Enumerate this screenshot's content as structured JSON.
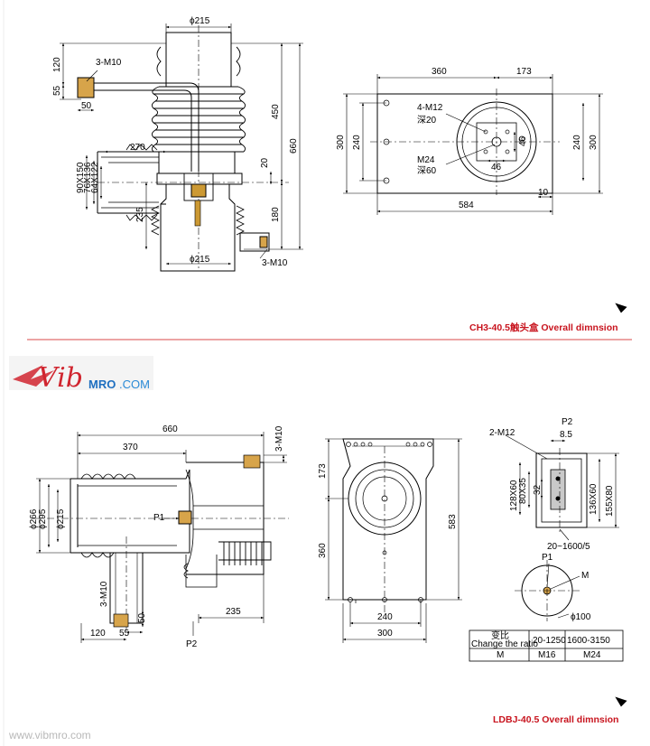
{
  "top_caption": "CH3-40.5触头盒 Overall dimnsion",
  "bottom_caption": "LDBJ-40.5 Overall dimnsion",
  "logo": {
    "script": "Vib",
    "brand": "MRO",
    "tld": ".COM"
  },
  "watermark": "www.vibmro.com",
  "top_side_labels": {
    "phi215_top": "ϕ215",
    "phi215_bottom": "ϕ215",
    "m10_top": "3-M10",
    "m10_bottom": "3-M10",
    "d120": "120",
    "d55": "55",
    "d50": "50",
    "d270": "270",
    "d90x150": "90X150",
    "d76x136": "76X136",
    "d64x122": "64X122",
    "d235": "235",
    "d20": "20",
    "d450": "450",
    "d180": "180",
    "d660": "660"
  },
  "top_plan_labels": {
    "d360": "360",
    "d173": "173",
    "d4m12": "4-M12",
    "deep20": "深20",
    "m24": "M24",
    "deep60": "深60",
    "d46a": "46",
    "d46b": "46",
    "d300_left": "300",
    "d240_left": "240",
    "d240_right": "240",
    "d300_right": "300",
    "d10": "10",
    "d584": "584"
  },
  "bottom_side_labels": {
    "d660": "660",
    "d370": "370",
    "m10_top": "3-M10",
    "phi266": "ϕ266",
    "phi295": "ϕ295",
    "phi215": "ϕ215",
    "p1": "P1",
    "m10_bottom": "3-M10",
    "d50": "50",
    "d235": "235",
    "d120": "120",
    "d55": "55",
    "p2": "P2"
  },
  "bottom_front_labels": {
    "d173": "173",
    "d360": "360",
    "d583": "583",
    "d240": "240",
    "d300": "300"
  },
  "bottom_detail_labels": {
    "p2": "P2",
    "d85": "8.5",
    "d2m12": "2-M12",
    "d128x60": "128X60",
    "d80x35": "80X35",
    "d32": "32",
    "d136x60": "136X60",
    "d155x80": "155X80",
    "range": "20~1600/5",
    "p1": "P1",
    "m": "M",
    "phi100": "ϕ100"
  },
  "table": {
    "header": [
      "变比\nChange the ratio",
      "20-1250",
      "1600-3150"
    ],
    "row": [
      "M",
      "M16",
      "M24"
    ]
  }
}
